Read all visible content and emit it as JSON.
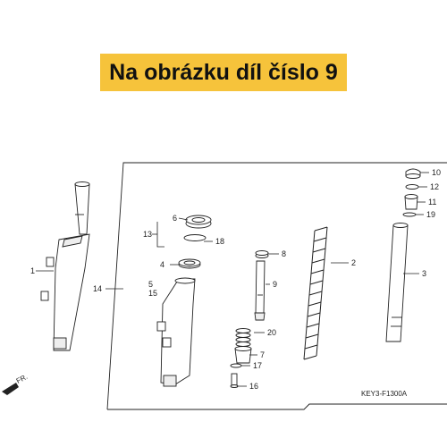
{
  "banner": {
    "text": "Na obrázku díl číslo 9",
    "background": "#f6c33b"
  },
  "diagram": {
    "code": "KEY3-F1300A",
    "direction_marker": "FR.",
    "callouts": [
      "1",
      "2",
      "3",
      "4",
      "5",
      "6",
      "7",
      "8",
      "9",
      "10",
      "11",
      "12",
      "13",
      "14",
      "15",
      "16",
      "17",
      "18",
      "19",
      "20"
    ]
  }
}
